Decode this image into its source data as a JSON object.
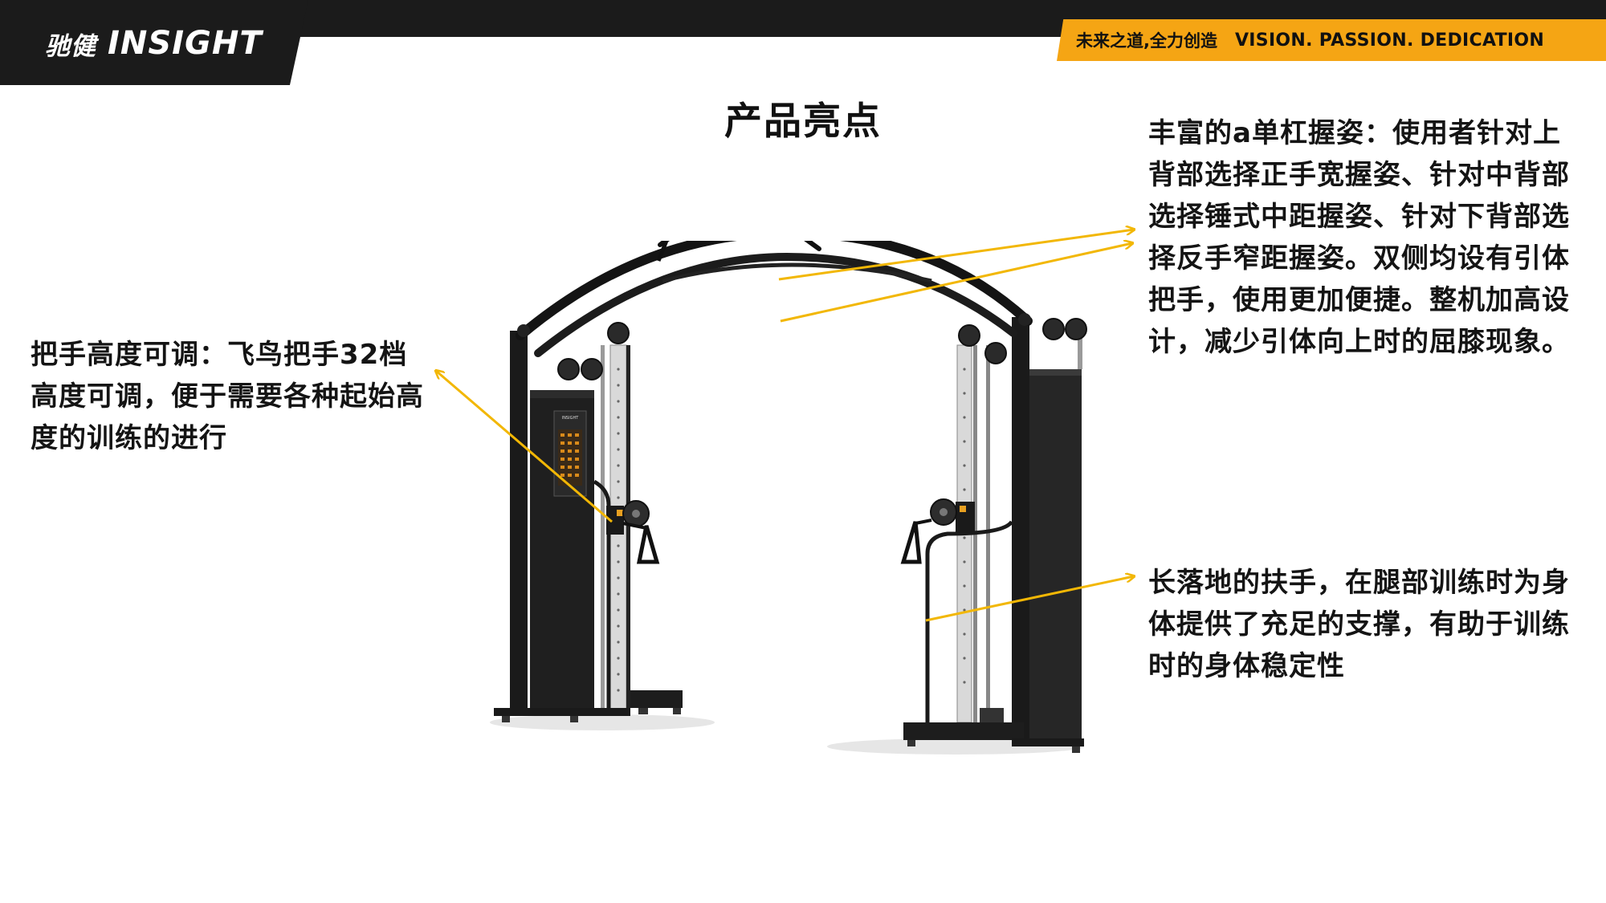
{
  "header": {
    "brand_cn": "驰健",
    "brand_en": "INSIGHT",
    "tagline_cn": "未来之道,全力创造",
    "tagline_en": "VISION. PASSION. DEDICATION"
  },
  "page_title": "产品亮点",
  "callouts": {
    "left": "把手高度可调：飞鸟把手32档高度可调，便于需要各种起始高度的训练的进行",
    "right_top": "丰富的a单杠握姿：使用者针对上背部选择正手宽握姿、针对中背部选择锤式中距握姿、针对下背部选择反手窄距握姿。双侧均设有引体把手，使用更加便捷。整机加高设计，减少引体向上时的屈膝现象。",
    "right_bottom": "长落地的扶手，在腿部训练时为身体提供了充足的支撑，有助于训练时的身体稳定性"
  },
  "machine": {
    "console_brand": "INSIGHT"
  },
  "colors": {
    "header_dark": "#1b1b1b",
    "accent_orange": "#f5a514",
    "arrow_yellow": "#f2b705",
    "frame_black": "#161616"
  }
}
